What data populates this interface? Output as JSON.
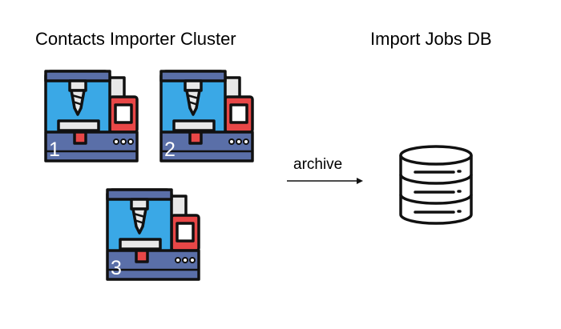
{
  "cluster": {
    "title": "Contacts Importer Cluster",
    "machines": [
      {
        "number": "1"
      },
      {
        "number": "2"
      },
      {
        "number": "3"
      }
    ]
  },
  "database": {
    "title": "Import Jobs DB"
  },
  "arrow": {
    "label": "archive"
  },
  "colors": {
    "machine_body": "#3aa8e6",
    "machine_base": "#5a6fa8",
    "control_panel": "#e84747",
    "outline": "#111111"
  },
  "icons": {
    "machine": "cnc-machine-icon",
    "database": "database-icon"
  }
}
